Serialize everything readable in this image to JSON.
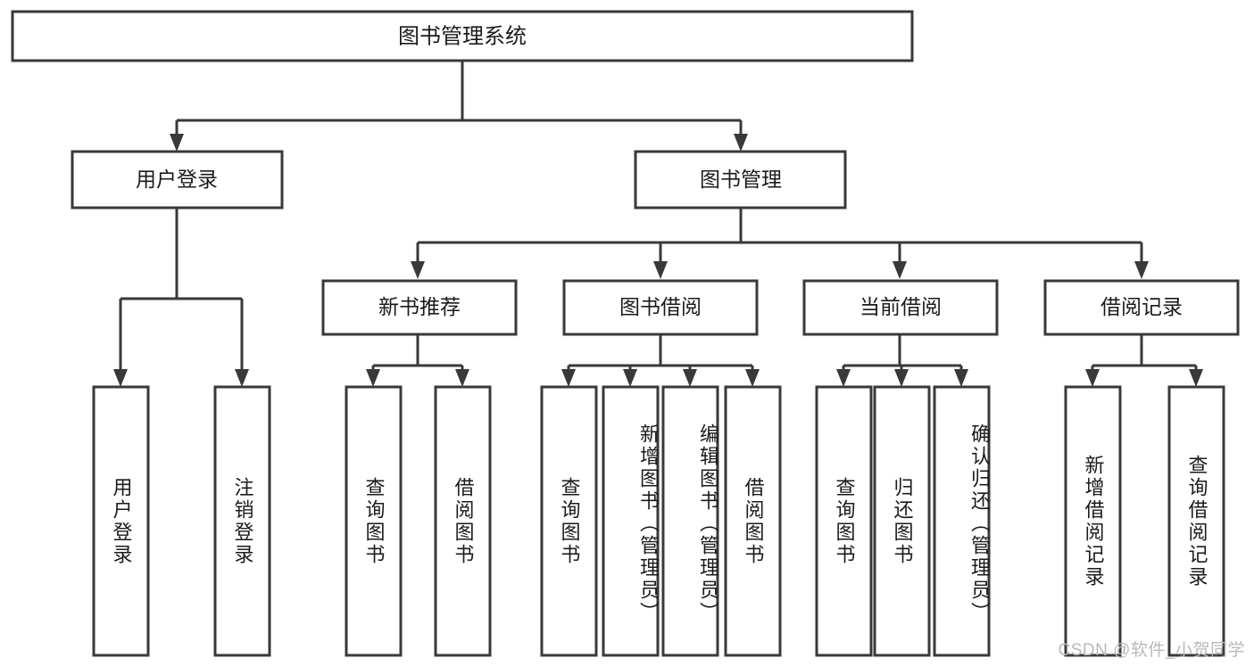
{
  "diagram": {
    "type": "tree",
    "title_node": {
      "id": "root",
      "label": "图书管理系统"
    },
    "level2": [
      {
        "id": "user-login",
        "label": "用户登录"
      },
      {
        "id": "book-manage",
        "label": "图书管理"
      }
    ],
    "level3": [
      {
        "id": "new-book-rec",
        "label": "新书推荐",
        "parent": "book-manage"
      },
      {
        "id": "book-borrow",
        "label": "图书借阅",
        "parent": "book-manage"
      },
      {
        "id": "current-borrow",
        "label": "当前借阅",
        "parent": "book-manage"
      },
      {
        "id": "borrow-record",
        "label": "借阅记录",
        "parent": "book-manage"
      }
    ],
    "leaves": {
      "user_login": [
        {
          "id": "leaf-user-login",
          "label": "用户登录"
        },
        {
          "id": "leaf-logout",
          "label": "注销登录"
        }
      ],
      "new_book_rec": [
        {
          "id": "leaf-query-book-1",
          "label": "查询图书"
        },
        {
          "id": "leaf-borrow-book-1",
          "label": "借阅图书"
        }
      ],
      "book_borrow": [
        {
          "id": "leaf-query-book-2",
          "label": "查询图书"
        },
        {
          "id": "leaf-add-book",
          "label": "新增图书（管理员）"
        },
        {
          "id": "leaf-edit-book",
          "label": "编辑图书（管理员）"
        },
        {
          "id": "leaf-borrow-book-2",
          "label": "借阅图书"
        }
      ],
      "current_borrow": [
        {
          "id": "leaf-query-book-3",
          "label": "查询图书"
        },
        {
          "id": "leaf-return-book",
          "label": "归还图书"
        },
        {
          "id": "leaf-confirm-return",
          "label": "确认归还（管理员）"
        }
      ],
      "borrow_record": [
        {
          "id": "leaf-add-record",
          "label": "新增借阅记录"
        },
        {
          "id": "leaf-query-record",
          "label": "查询借阅记录"
        }
      ]
    },
    "colors": {
      "stroke": "#393939",
      "fill": "#ffffff",
      "text": "#1b1b1b",
      "watermark": "#b9b9b9"
    }
  },
  "watermark": {
    "text": "CSDN @软件_小贺同学"
  }
}
